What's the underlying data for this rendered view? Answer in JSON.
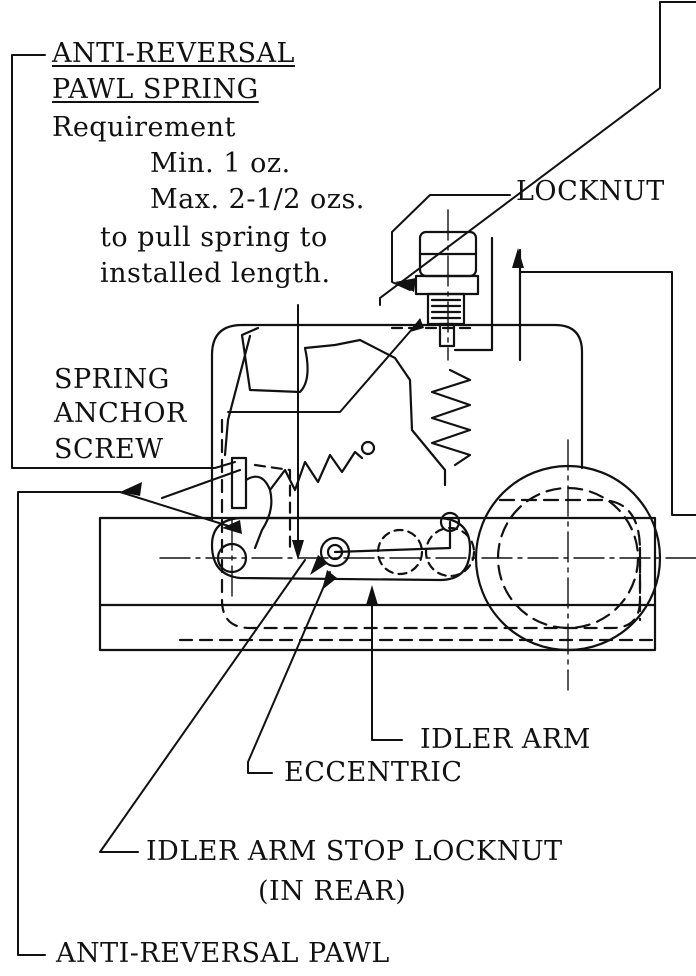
{
  "labels": {
    "pawl_spring_title_1": "ANTI-REVERSAL",
    "pawl_spring_title_2": "PAWL SPRING",
    "requirement": "Requirement",
    "req_min": "Min. 1 oz.",
    "req_max": "Max. 2-1/2 ozs.",
    "req_pull_1": "to pull spring to",
    "req_pull_2": "installed length.",
    "locknut": "LOCKNUT",
    "spring_anchor_1": "SPRING",
    "spring_anchor_2": "ANCHOR",
    "spring_anchor_3": "SCREW",
    "idler_arm": "IDLER ARM",
    "eccentric": "ECCENTRIC",
    "idler_stop_1": "IDLER ARM STOP LOCKNUT",
    "idler_stop_2": "(IN REAR)",
    "anti_reversal_pawl": "ANTI-REVERSAL PAWL"
  }
}
